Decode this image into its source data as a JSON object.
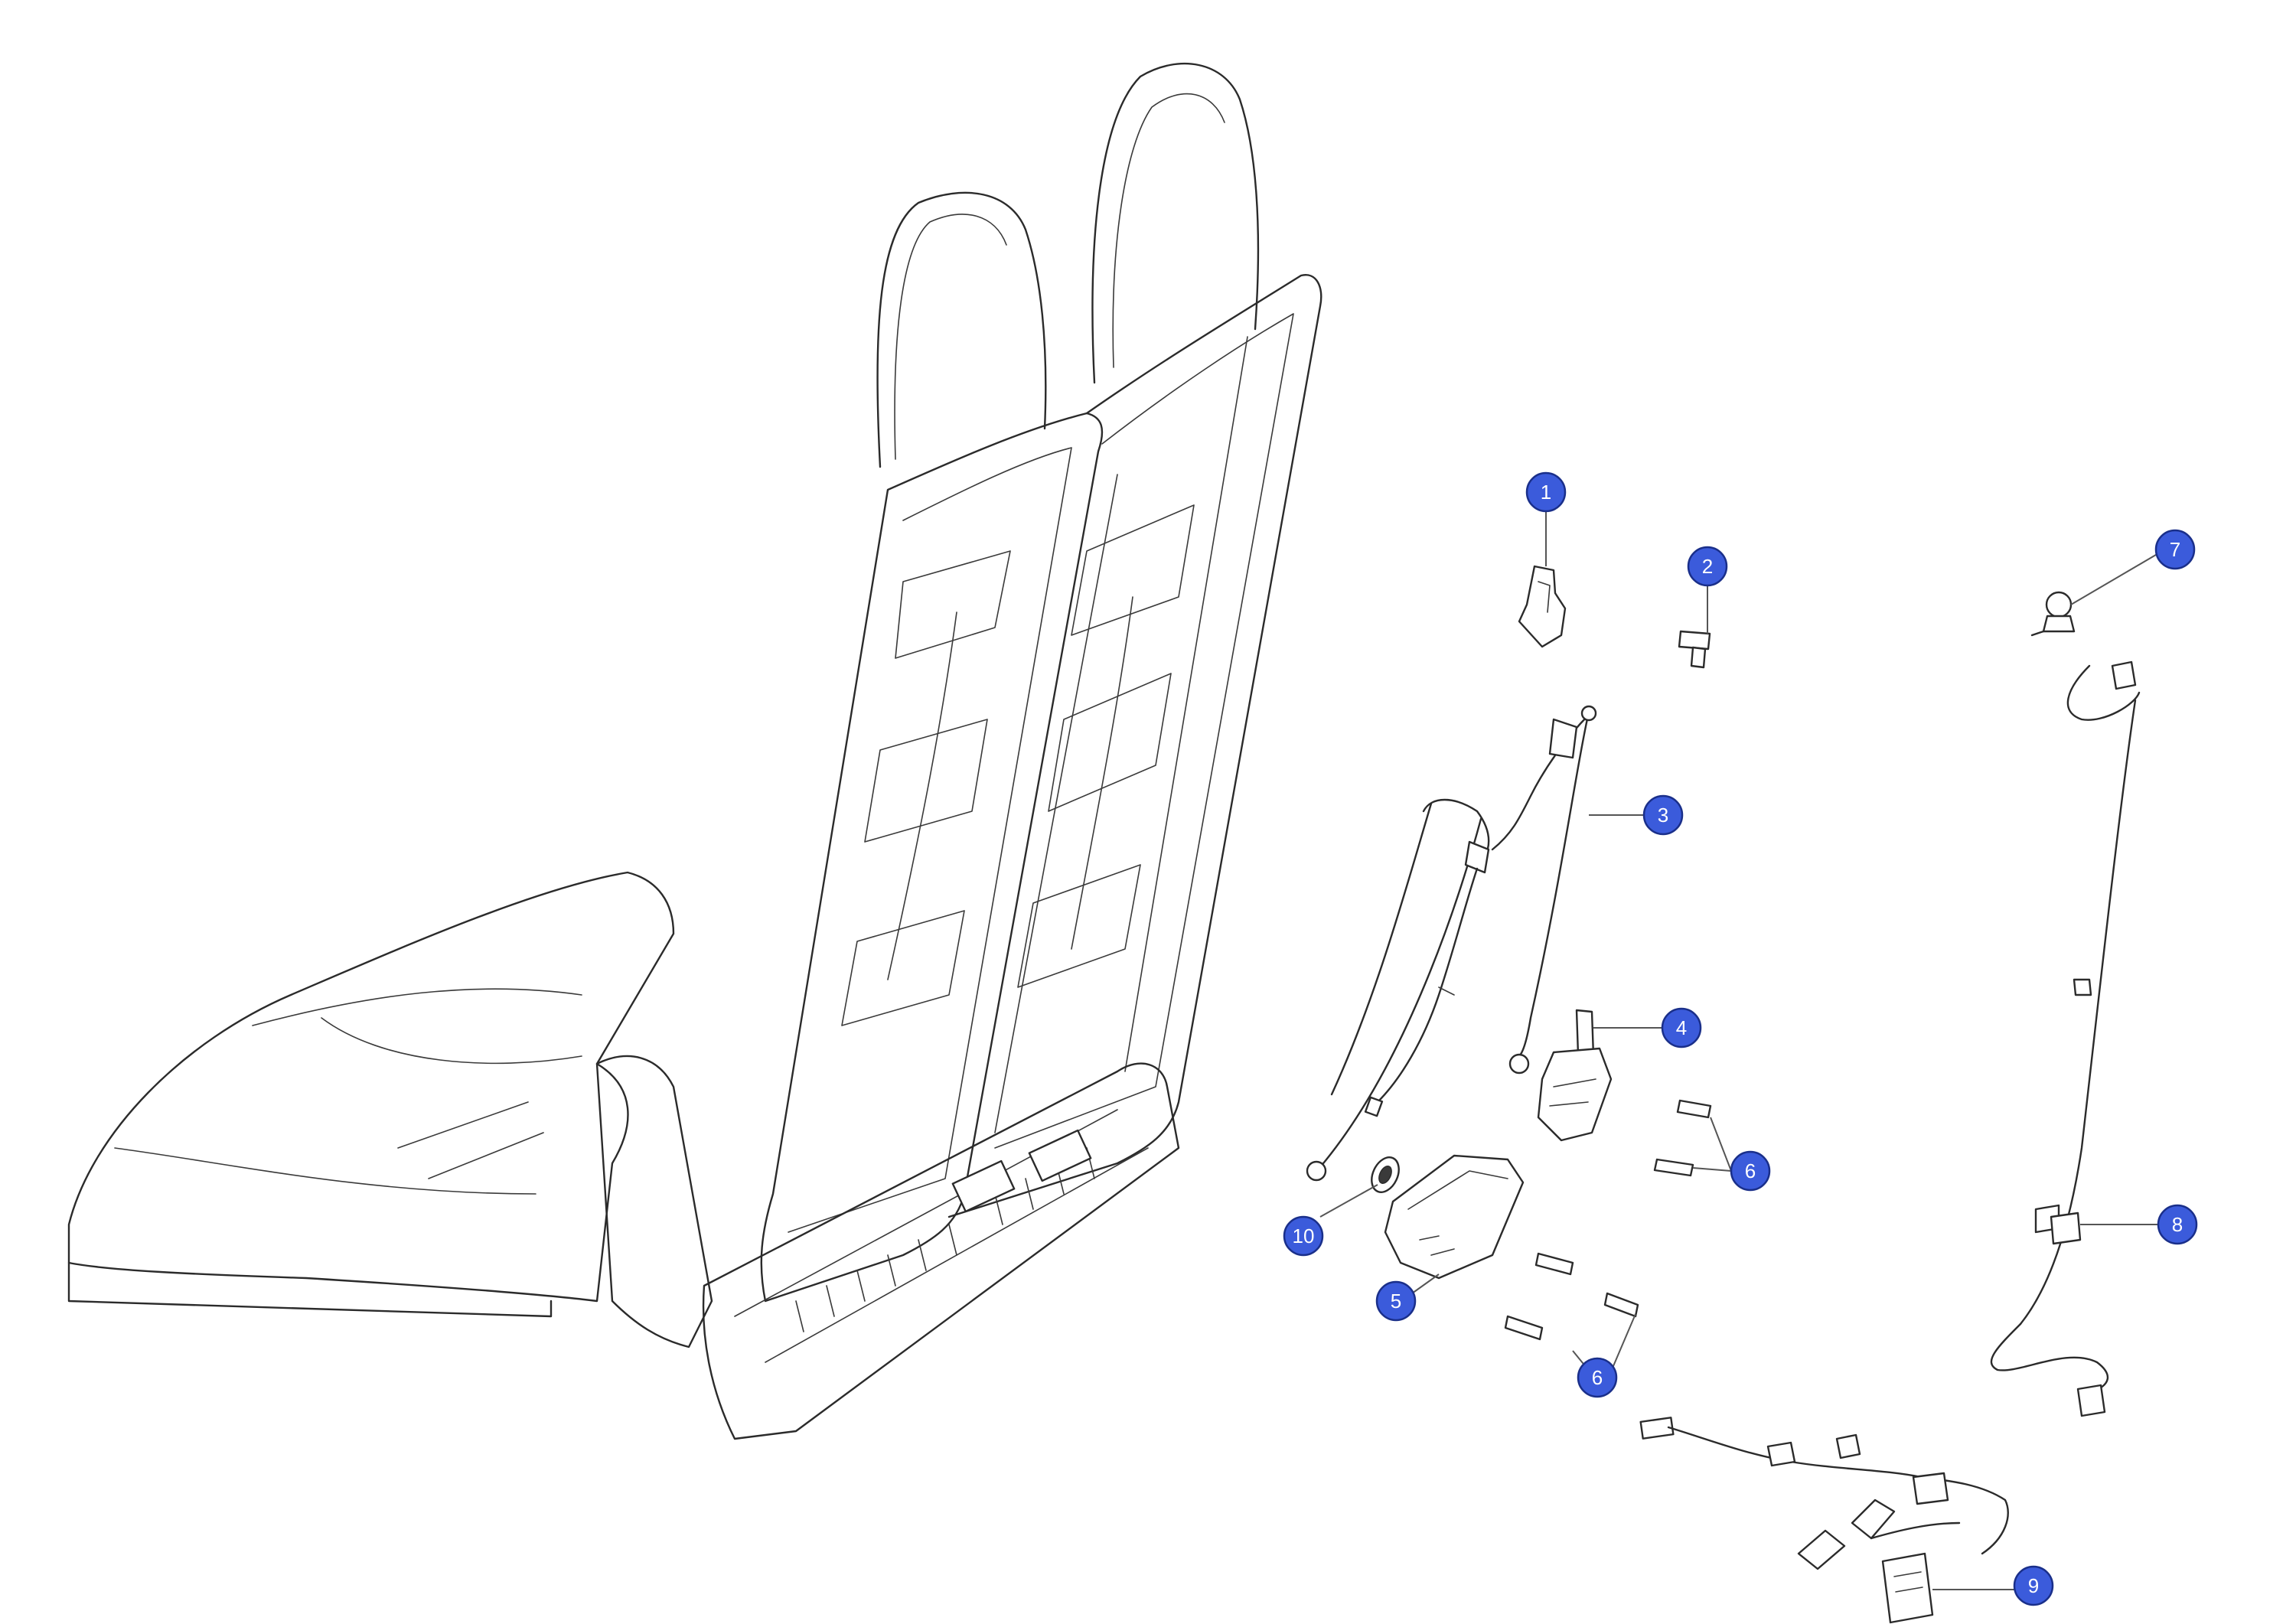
{
  "colors": {
    "callout_fill": "#3b5bdb",
    "callout_text": "#ffffff",
    "line": "#2b2b2b"
  },
  "callouts": [
    {
      "id": "c1",
      "label": "1"
    },
    {
      "id": "c2",
      "label": "2"
    },
    {
      "id": "c3",
      "label": "3"
    },
    {
      "id": "c4",
      "label": "4"
    },
    {
      "id": "c5",
      "label": "5"
    },
    {
      "id": "c6a",
      "label": "6"
    },
    {
      "id": "c6b",
      "label": "6"
    },
    {
      "id": "c7",
      "label": "7"
    },
    {
      "id": "c8",
      "label": "8"
    },
    {
      "id": "c9",
      "label": "9"
    },
    {
      "id": "c10",
      "label": "10"
    }
  ]
}
